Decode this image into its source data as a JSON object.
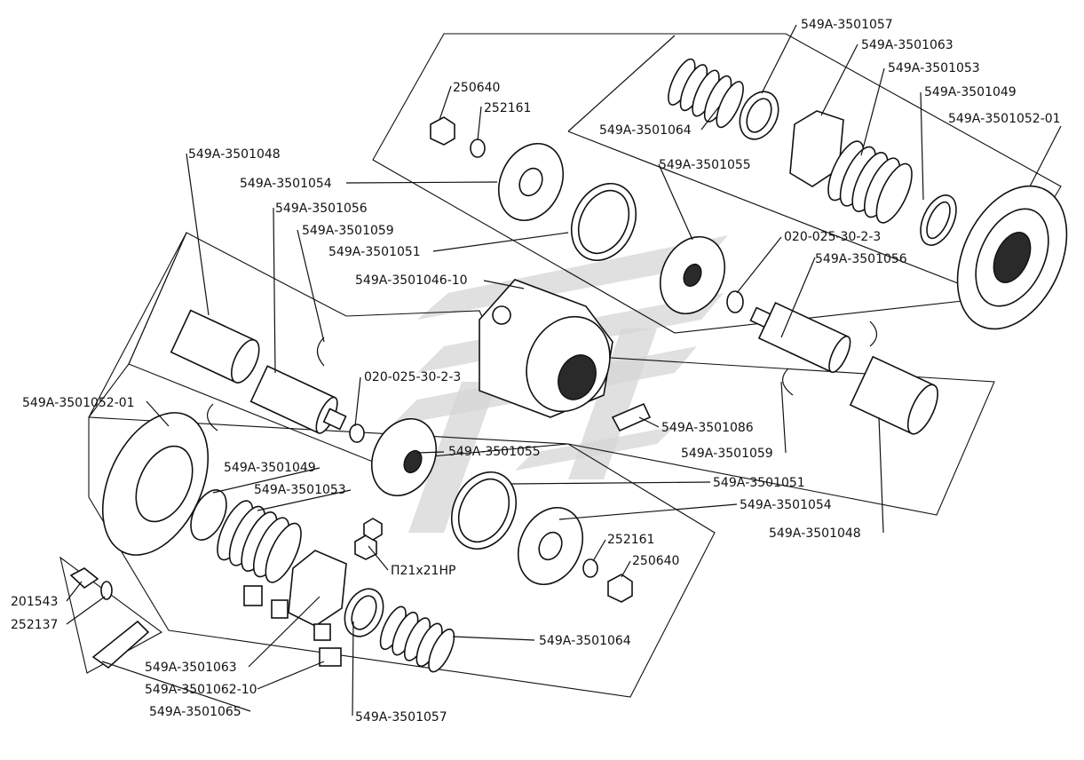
{
  "labels": {
    "t1": "549А-3501057",
    "t2": "549А-3501063",
    "t3": "549А-3501053",
    "t4": "549А-3501049",
    "t5": "549А-3501052-01",
    "t6": "250640",
    "t7": "252161",
    "t8": "549А-3501064",
    "t9": "549А-3501048",
    "t10": "549А-3501055",
    "t11": "549А-3501054",
    "t12": "549А-3501056",
    "t13": "020-025-30-2-3",
    "t14": "549А-3501059",
    "t15": "549А-3501051",
    "t16": "549А-3501056",
    "t17": "549А-3501046-10",
    "t18": "020-025-30-2-3",
    "t19": "549А-3501052-01",
    "t20": "549А-3501086",
    "t21": "549А-3501055",
    "t22": "549А-3501059",
    "t23": "549А-3501049",
    "t24": "549А-3501053",
    "t25": "549А-3501051",
    "t26": "549А-3501054",
    "t27": "549А-3501048",
    "t28": "252161",
    "t29": "Π21x21HP",
    "t30": "250640",
    "t31": "201543",
    "t32": "252137",
    "t33": "549А-3501064",
    "t34": "549А-3501063",
    "t35": "549А-3501062-10",
    "t36": "549А-3501065",
    "t37": "549А-3501057"
  }
}
